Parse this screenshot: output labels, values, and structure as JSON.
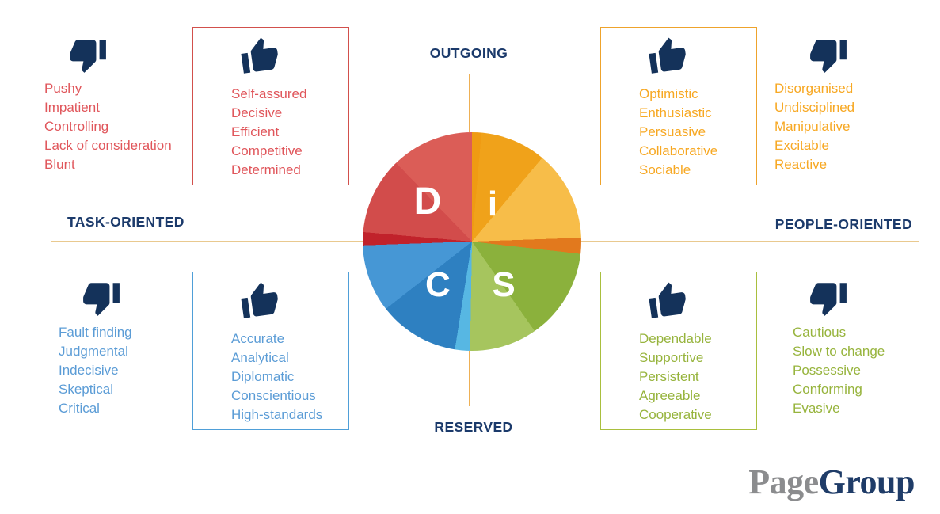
{
  "axes": {
    "top": "OUTGOING",
    "bottom": "RESERVED",
    "left": "TASK-ORIENTED",
    "right": "PEOPLE-ORIENTED"
  },
  "wheel": {
    "letters": {
      "d": "D",
      "i": "i",
      "c": "C",
      "s": "S"
    },
    "colors": {
      "d": "#d24c4b",
      "i": "#f5b335",
      "c": "#4193d0",
      "s": "#9cbd4f"
    }
  },
  "panels": {
    "d_neg": {
      "icon": "thumbs-down-icon",
      "color": "#e0565b",
      "items": [
        "Pushy",
        "Impatient",
        "Controlling",
        "Lack of consideration",
        "Blunt"
      ]
    },
    "d_pos": {
      "icon": "thumbs-up-icon",
      "color": "#e0565b",
      "border": "#d2504c",
      "items": [
        "Self-assured",
        "Decisive",
        "Efficient",
        "Competitive",
        "Determined"
      ]
    },
    "i_pos": {
      "icon": "thumbs-up-icon",
      "color": "#f7a823",
      "border": "#eea32c",
      "items": [
        "Optimistic",
        "Enthusiastic",
        "Persuasive",
        "Collaborative",
        "Sociable"
      ]
    },
    "i_neg": {
      "icon": "thumbs-down-icon",
      "color": "#f7a823",
      "items": [
        "Disorganised",
        "Undisciplined",
        "Manipulative",
        "Excitable",
        "Reactive"
      ]
    },
    "c_neg": {
      "icon": "thumbs-down-icon",
      "color": "#5b9cd6",
      "items": [
        "Fault finding",
        "Judgmental",
        "Indecisive",
        "Skeptical",
        "Critical"
      ]
    },
    "c_pos": {
      "icon": "thumbs-up-icon",
      "color": "#5b9cd6",
      "border": "#4f9fd8",
      "items": [
        "Accurate",
        "Analytical",
        "Diplomatic",
        "Conscientious",
        "High-standards"
      ]
    },
    "s_pos": {
      "icon": "thumbs-up-icon",
      "color": "#97b43d",
      "border": "#a9bf3e",
      "items": [
        "Dependable",
        "Supportive",
        "Persistent",
        "Agreeable",
        "Cooperative"
      ]
    },
    "s_neg": {
      "icon": "thumbs-down-icon",
      "color": "#97b43d",
      "items": [
        "Cautious",
        "Slow to change",
        "Possessive",
        "Conforming",
        "Evasive"
      ]
    }
  },
  "logo": {
    "part1": "Page",
    "part2": "Group",
    "part1_color": "#8b8c8e",
    "part2_color": "#1f3c68"
  },
  "icon_color": "#14325a",
  "axis_line_colors": {
    "horizontal": "#e9c98f",
    "vertical": "#eeb055"
  }
}
